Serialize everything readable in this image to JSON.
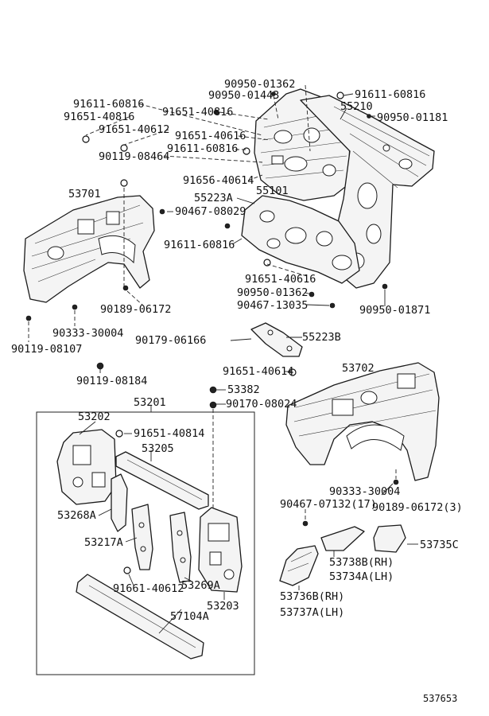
{
  "labels": {
    "l1": "90950-01362",
    "l2": "90950-01443",
    "l3": "91611-60816",
    "l4": "55210",
    "l5": "90950-01181",
    "l6": "91611-60816",
    "l7": "91651-40816",
    "l8": "91651-40816",
    "l9": "91651-40612",
    "l10": "91651-40616",
    "l11": "91611-60816",
    "l12": "90119-08464",
    "l13": "91656-40614",
    "l14": "55101",
    "l15": "55223A",
    "l16": "53701",
    "l17": "90467-08029",
    "l18": "91611-60816",
    "l19": "91651-40616",
    "l20": "90950-01362",
    "l21": "90467-13035",
    "l22": "90950-01871",
    "l23": "90189-06172",
    "l24": "90333-30004",
    "l25": "90119-08107",
    "l26": "90179-06166",
    "l27": "55223B",
    "l28": "90119-08184",
    "l29": "91651-40614",
    "l30": "53702",
    "l31": "53382",
    "l32": "53201",
    "l33": "90170-08024",
    "l34": "53202",
    "l35": "91651-40814",
    "l36": "53205",
    "l37": "53268A",
    "l38": "53217A",
    "l39": "91661-40612",
    "l40": "53269A",
    "l41": "53203",
    "l42": "57104A",
    "l43": "90333-30004",
    "l44": "90467-07132(17)",
    "l45": "90189-06172(3)",
    "l46": "53738B(RH)",
    "l47": "53734A(LH)",
    "l48": "53735C",
    "l49": "53736B(RH)",
    "l50": "53737A(LH)",
    "l51": "537653"
  }
}
